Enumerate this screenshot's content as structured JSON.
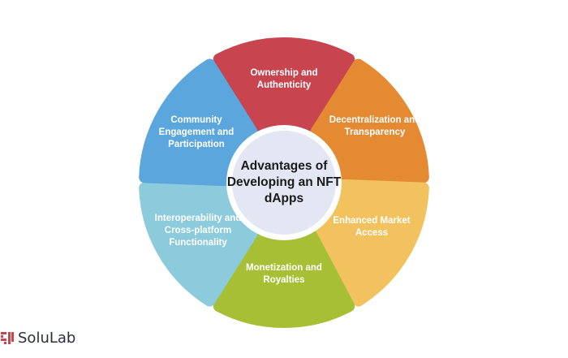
{
  "diagram": {
    "center_title": "Advantages of Developing an NFT dApps",
    "petals": [
      {
        "id": "ownership",
        "label": "Ownership and Authenticity",
        "color": "#c8444f"
      },
      {
        "id": "decentralization",
        "label": "Decentralization and Transparency",
        "color": "#e38a33"
      },
      {
        "id": "market",
        "label": "Enhanced Market Access",
        "color": "#f2c25e"
      },
      {
        "id": "monetization",
        "label": "Monetization and Royalties",
        "color": "#a7bf35"
      },
      {
        "id": "interoperability",
        "label": "Interoperability and Cross-platform Functionality",
        "color": "#8ccbdc"
      },
      {
        "id": "community",
        "label": "Community Engagement and Participation",
        "color": "#5ba7dd"
      }
    ],
    "center_fill": "#e3e7f3"
  },
  "logo": {
    "text": "SoluLab",
    "color": "#c8444f"
  }
}
